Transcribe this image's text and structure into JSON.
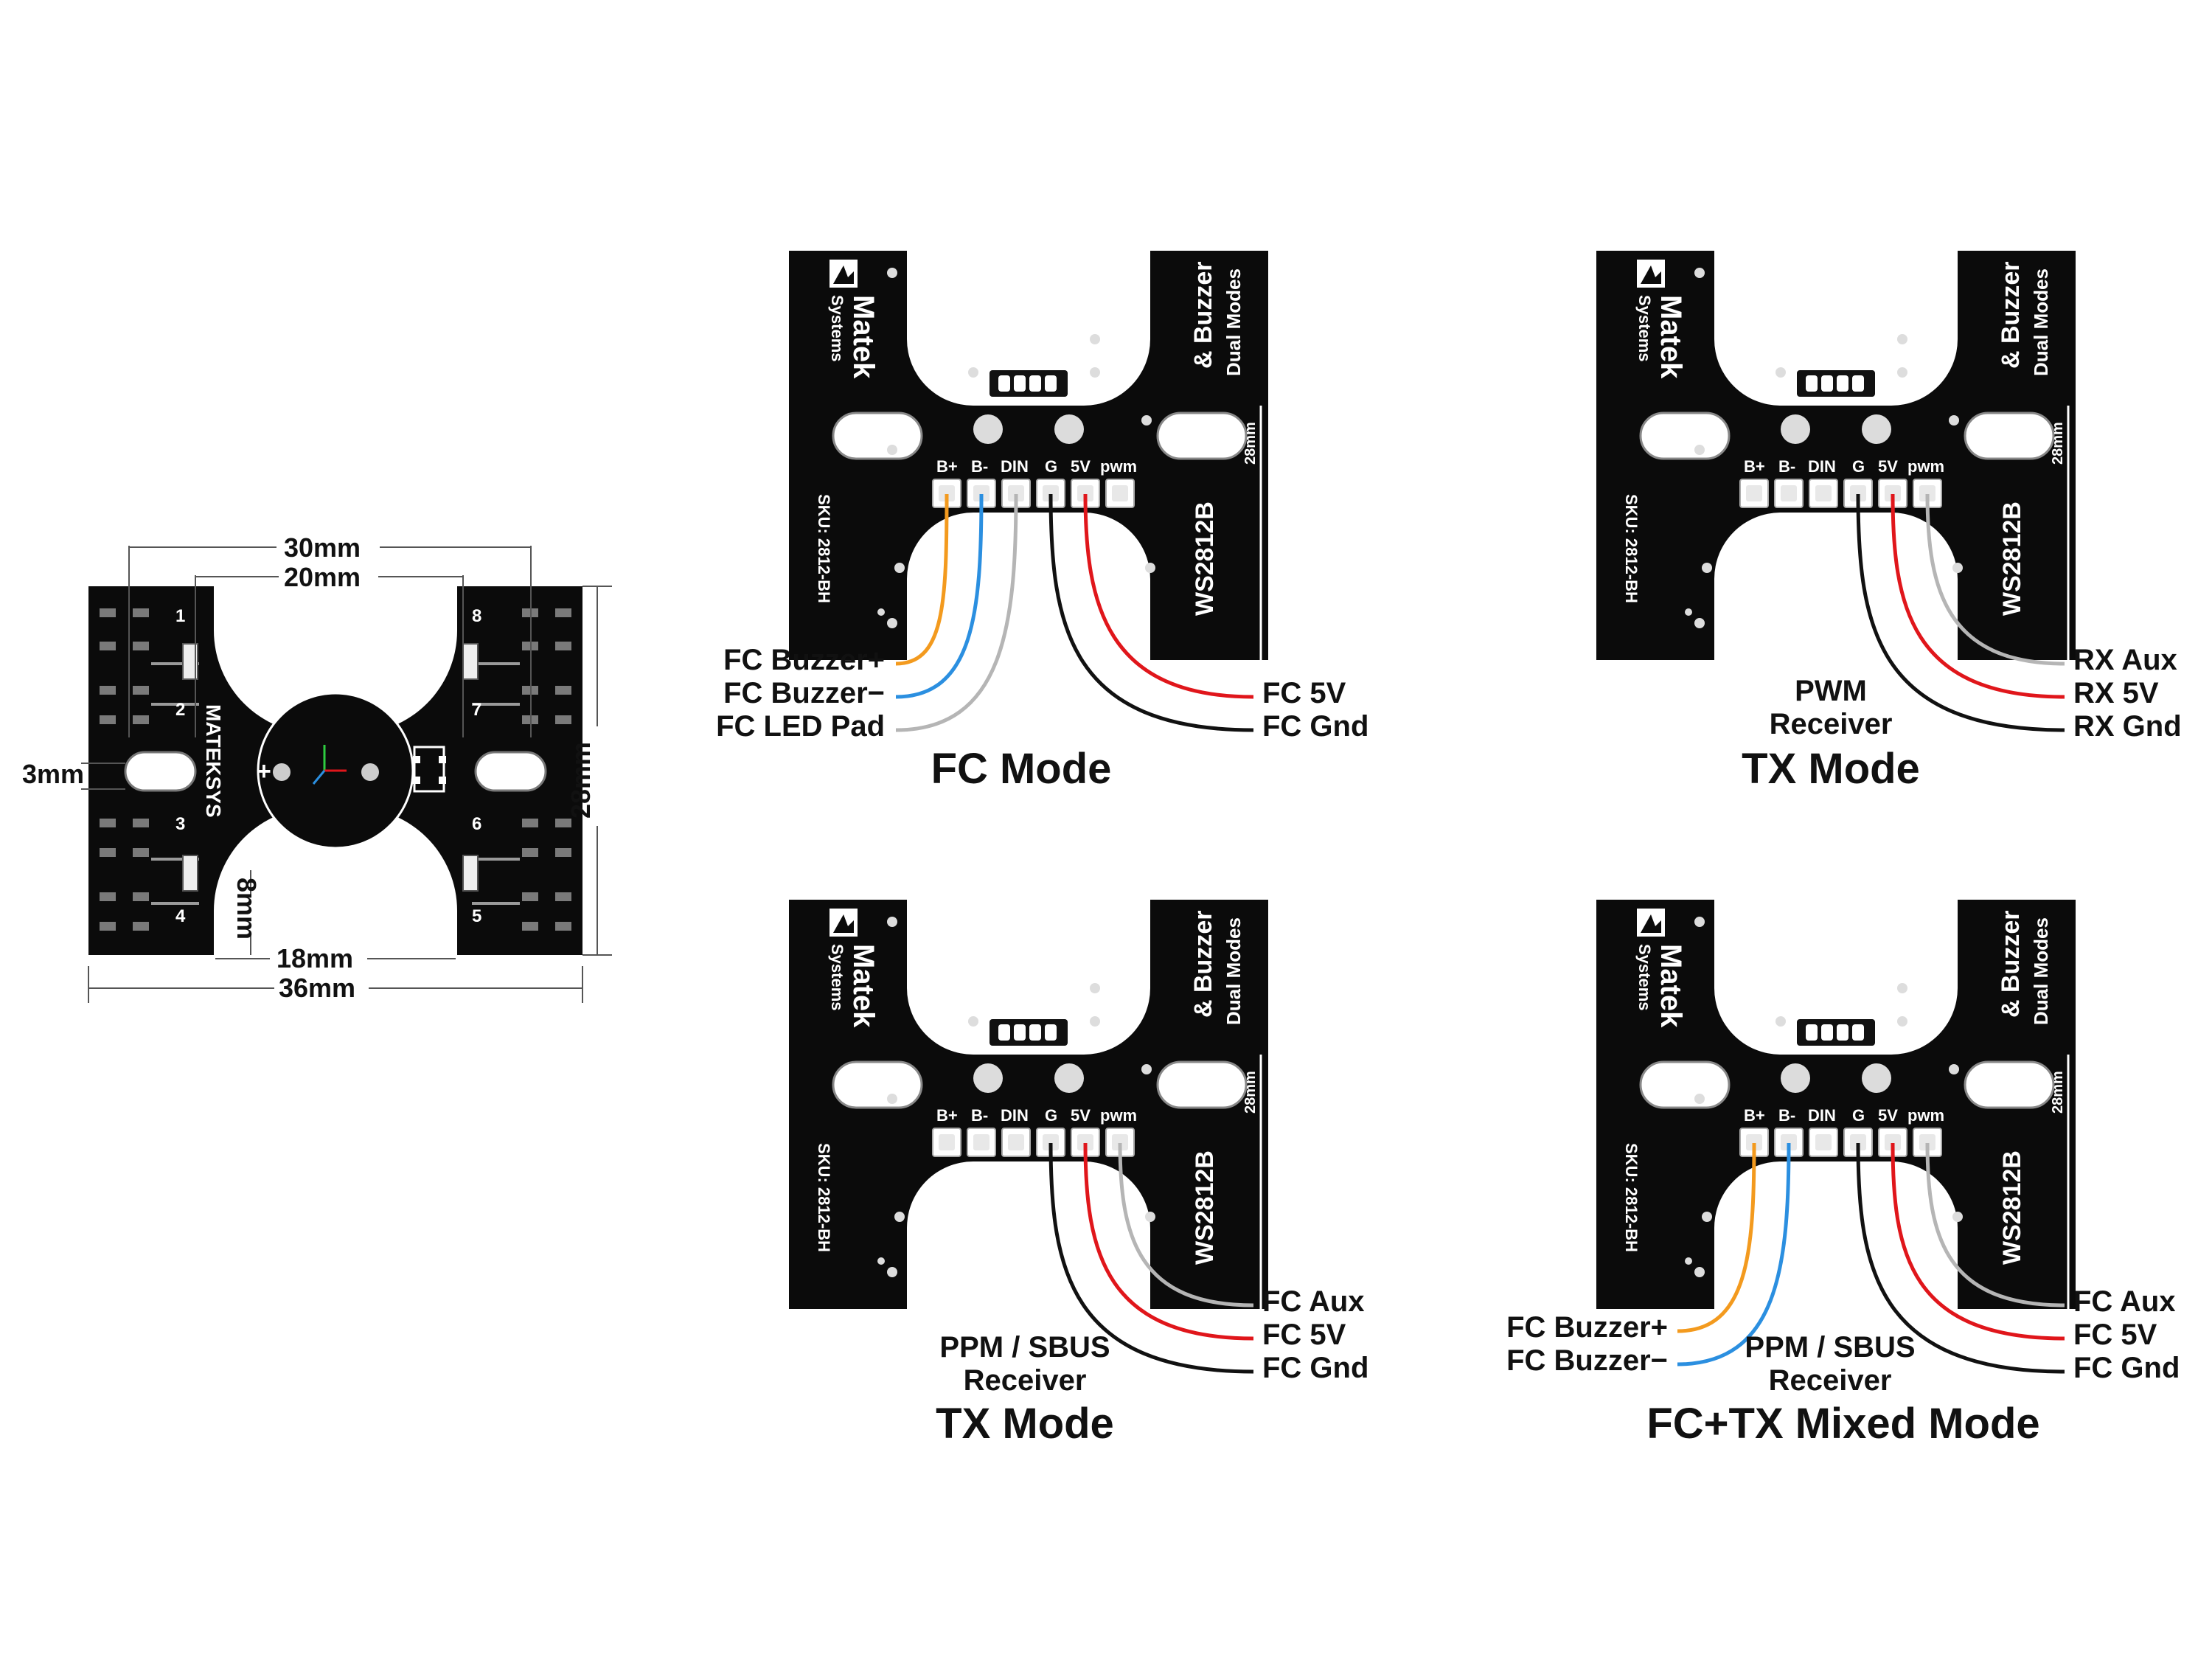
{
  "dimension_board": {
    "width_outer": "36mm",
    "width_hole_spacing": "30mm",
    "width_inner": "20mm",
    "width_notch": "18mm",
    "height": "28mm",
    "hole": "3mm",
    "notch_depth": "8mm",
    "silk_text": "MATEKSYS",
    "led_numbers": [
      "1",
      "2",
      "3",
      "4",
      "5",
      "6",
      "7",
      "8"
    ],
    "plus_label": "+"
  },
  "pcb_silk": {
    "brand": "Matek",
    "brand_sub": "Systems",
    "feature": "& Buzzer",
    "feature_sub": "Dual Modes",
    "model": "WS2812B",
    "sku": "SKU: 2812-BH",
    "size": "28mm",
    "pins": [
      "B+",
      "B-",
      "DIN",
      "G",
      "5V",
      "pwm"
    ]
  },
  "wire_colors": {
    "orange": "#f39a1e",
    "blue": "#2b8fe0",
    "gray": "#b5b5b5",
    "black": "#111111",
    "red": "#e0161b"
  },
  "diagrams": {
    "fc_mode": {
      "title": "FC Mode",
      "left_labels": [
        "FC Buzzer+",
        "FC Buzzer−",
        "FC LED Pad"
      ],
      "right_labels": [
        "FC 5V",
        "FC Gnd"
      ]
    },
    "tx_mode_pwm": {
      "title": "TX Mode",
      "receiver": [
        "PWM",
        "Receiver"
      ],
      "right_labels": [
        "RX Aux",
        "RX 5V",
        "RX Gnd"
      ]
    },
    "tx_mode_ppm": {
      "title": "TX Mode",
      "receiver": [
        "PPM / SBUS",
        "Receiver"
      ],
      "right_labels": [
        "FC Aux",
        "FC 5V",
        "FC Gnd"
      ]
    },
    "mixed_mode": {
      "title": "FC+TX Mixed Mode",
      "receiver": [
        "PPM / SBUS",
        "Receiver"
      ],
      "left_labels": [
        "FC Buzzer+",
        "FC Buzzer−"
      ],
      "right_labels": [
        "FC Aux",
        "FC 5V",
        "FC Gnd"
      ]
    }
  }
}
